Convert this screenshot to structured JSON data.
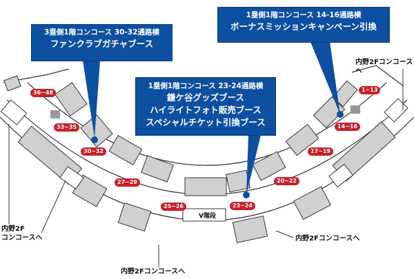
{
  "callouts": [
    {
      "line1": "3塁側1階コンコース 30-32通路横",
      "lines": [
        "ファンクラブガチャブース"
      ]
    },
    {
      "line1": "1塁側1階コンコース 23-24通路横",
      "lines": [
        "鎌ケ谷グッズブース",
        "ハイライトフォト販売ブース",
        "スペシャルチケット引換ブース"
      ]
    },
    {
      "line1": "1塁側1階コンコース 14-16通路横",
      "lines": [
        "ボーナスミッションキャンペーン引換"
      ]
    }
  ],
  "gate_tags": [
    "36~48",
    "33~35",
    "30~32",
    "27~29",
    "25~26",
    "23~24",
    "20~22",
    "17~19",
    "14~16",
    "1~13"
  ],
  "concourse_labels": {
    "right_top": "内野2Fコンコースへ",
    "left_line1": "内野2F",
    "left_line2": "コンコースへ",
    "bottom_right": "内野2Fコンコースへ",
    "bottom_center": "内野2Fコンコースへ"
  },
  "stairs_label": "V階段",
  "colors": {
    "callout": "#0d4fa0",
    "tag": "#c8202a",
    "block": "#d0d0d0"
  }
}
